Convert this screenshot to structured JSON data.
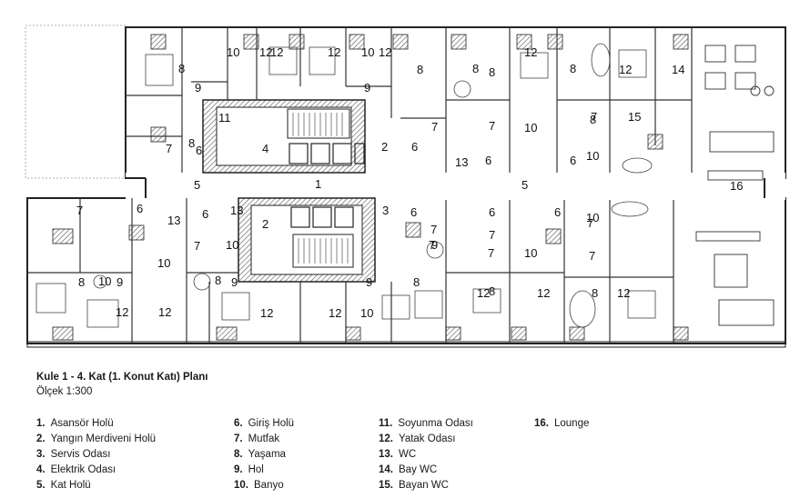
{
  "caption": {
    "title": "Kule 1 - 4. Kat (1. Konut Katı) Planı",
    "scale": "Ölçek 1:300"
  },
  "legend": {
    "col1": [
      {
        "n": "1.",
        "t": "Asansör Holü"
      },
      {
        "n": "2.",
        "t": "Yangın Merdiveni Holü"
      },
      {
        "n": "3.",
        "t": "Servis Odası"
      },
      {
        "n": "4.",
        "t": "Elektrik Odası"
      },
      {
        "n": "5.",
        "t": "Kat Holü"
      }
    ],
    "col2": [
      {
        "n": "6.",
        "t": "Giriş Holü"
      },
      {
        "n": "7.",
        "t": "Mutfak"
      },
      {
        "n": "8.",
        "t": "Yaşama"
      },
      {
        "n": "9.",
        "t": "Hol"
      },
      {
        "n": "10.",
        "t": "Banyo"
      }
    ],
    "col3": [
      {
        "n": "11.",
        "t": "Soyunma Odası"
      },
      {
        "n": "12.",
        "t": "Yatak Odası"
      },
      {
        "n": "13.",
        "t": "WC"
      },
      {
        "n": "14.",
        "t": "Bay WC"
      },
      {
        "n": "15.",
        "t": "Bayan WC"
      }
    ],
    "col4": [
      {
        "n": "16.",
        "t": "Lounge"
      }
    ]
  },
  "plan_labels": [
    "1",
    "2",
    "2",
    "3",
    "4",
    "5",
    "5",
    "6",
    "6",
    "6",
    "6",
    "6",
    "6",
    "6",
    "6",
    "6",
    "7",
    "7",
    "7",
    "7",
    "7",
    "7",
    "7",
    "7",
    "7",
    "7",
    "7",
    "7",
    "8",
    "8",
    "8",
    "8",
    "8",
    "8",
    "8",
    "8",
    "8",
    "8",
    "8",
    "8",
    "9",
    "9",
    "9",
    "9",
    "9",
    "9",
    "10",
    "10",
    "10",
    "10",
    "10",
    "10",
    "10",
    "10",
    "10",
    "10",
    "11",
    "12",
    "12",
    "12",
    "12",
    "12",
    "12",
    "12",
    "12",
    "12",
    "12",
    "12",
    "12",
    "12",
    "13",
    "13",
    "13",
    "14",
    "15",
    "16"
  ],
  "colors": {
    "wall": "#222222",
    "hatch": "#555555",
    "line": "#333333"
  }
}
